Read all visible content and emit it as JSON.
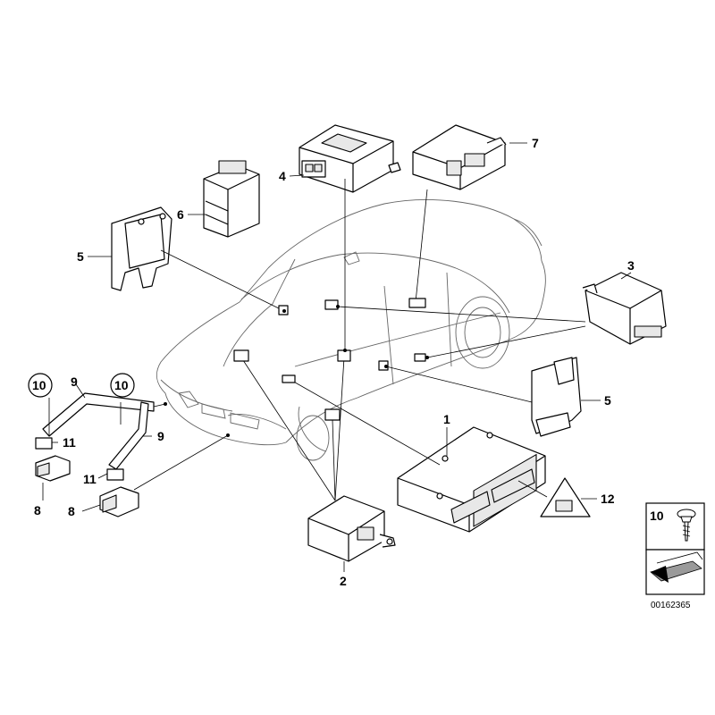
{
  "labels": {
    "p1": "1",
    "p2": "2",
    "p3": "3",
    "p4": "4",
    "p5a": "5",
    "p5b": "5",
    "p6": "6",
    "p7": "7",
    "p8a": "8",
    "p8b": "8",
    "p9a": "9",
    "p9b": "9",
    "p10a": "10",
    "p10b": "10",
    "p11a": "11",
    "p11b": "11",
    "p12": "12",
    "legend_screw": "10"
  },
  "diagram_id": "00162365"
}
